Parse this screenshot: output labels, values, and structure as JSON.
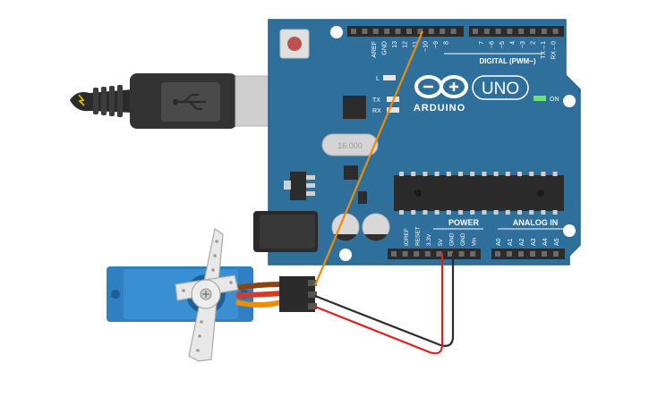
{
  "board": {
    "name": "UNO",
    "brand": "ARDUINO",
    "on_label": "ON",
    "tx_label": "TX",
    "rx_label": "RX",
    "l_label": "L",
    "digital_header": "DIGITAL (PWM~)",
    "power_header": "POWER",
    "analog_header": "ANALOG IN",
    "crystal_label": "16.000",
    "digital_pins": [
      "AREF",
      "GND",
      "13",
      "12",
      "~11",
      "~10",
      "~9",
      "8",
      "7",
      "~6",
      "~5",
      "4",
      "~3",
      "2",
      "TX→1",
      "RX←0"
    ],
    "power_pins": [
      "IOREF",
      "RESET",
      "3.3V",
      "5V",
      "GND",
      "GND",
      "Vin"
    ],
    "analog_pins": [
      "A0",
      "A1",
      "A2",
      "A3",
      "A4",
      "A5"
    ],
    "colors": {
      "board": "#2e6f9c",
      "board_edge": "#25618a",
      "header": "#2b2b2b",
      "silk": "#ffffff",
      "on_led": "#6ee36e",
      "reset_button": "#c0504d"
    }
  },
  "servo": {
    "colors": {
      "body": "#2f7fc1",
      "horn": "#e8e8e8"
    }
  },
  "usb": {
    "colors": {
      "plug": "#3a3a3a",
      "metal": "#c8c8c8"
    }
  },
  "wires": {
    "signal": "#f08c00",
    "power": "#e02020",
    "ground": "#2b2b2b"
  }
}
